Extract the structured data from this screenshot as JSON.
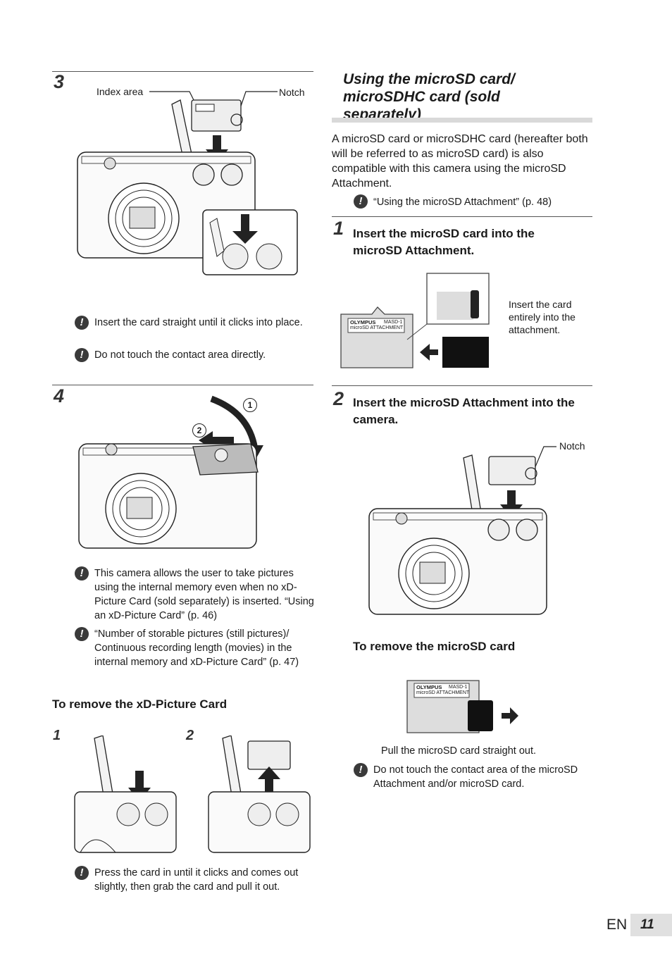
{
  "left": {
    "step3": {
      "number": "3",
      "labels": {
        "index_area": "Index area",
        "notch": "Notch"
      },
      "notes": [
        "Insert the card straight until it clicks into place.",
        "Do not touch the contact area directly."
      ]
    },
    "step4": {
      "number": "4",
      "callouts": [
        "1",
        "2"
      ],
      "notes": [
        "This camera allows the user to take pictures using the internal memory even when no xD-Picture Card (sold separately) is inserted. “Using an xD-Picture Card” (p. 46)",
        "“Number of storable pictures (still pictures)/ Continuous recording length (movies) in the internal memory and xD-Picture Card” (p. 47)"
      ]
    },
    "remove_xd": {
      "heading": "To remove the xD-Picture Card",
      "sub_steps": [
        "1",
        "2"
      ],
      "note": "Press the card in until it clicks and comes out slightly, then grab the card and pull it out."
    }
  },
  "right": {
    "section_title": "Using the microSD card/ microSDHC card (sold separately)",
    "intro": "A microSD card or microSDHC card (hereafter both will be referred to as microSD card) is also compatible with this camera using the microSD Attachment.",
    "ref_note": "“Using the microSD Attachment” (p. 48)",
    "step1": {
      "number": "1",
      "title": "Insert the microSD card into the microSD Attachment.",
      "callout": "Insert the card entirely into the attachment.",
      "attachment_brand": "OLYMPUS",
      "attachment_model": "MASD-1",
      "attachment_label": "microSD ATTACHMENT"
    },
    "step2": {
      "number": "2",
      "title": "Insert the microSD Attachment into the camera.",
      "notch_label": "Notch"
    },
    "remove_microsd": {
      "heading": "To remove the microSD card",
      "caption": "Pull the microSD card straight out.",
      "note": "Do not touch the contact area of the microSD Attachment and/or microSD card."
    }
  },
  "footer": {
    "lang": "EN",
    "page": "11"
  },
  "icons": {
    "caution": "exclamation-caution-icon"
  }
}
